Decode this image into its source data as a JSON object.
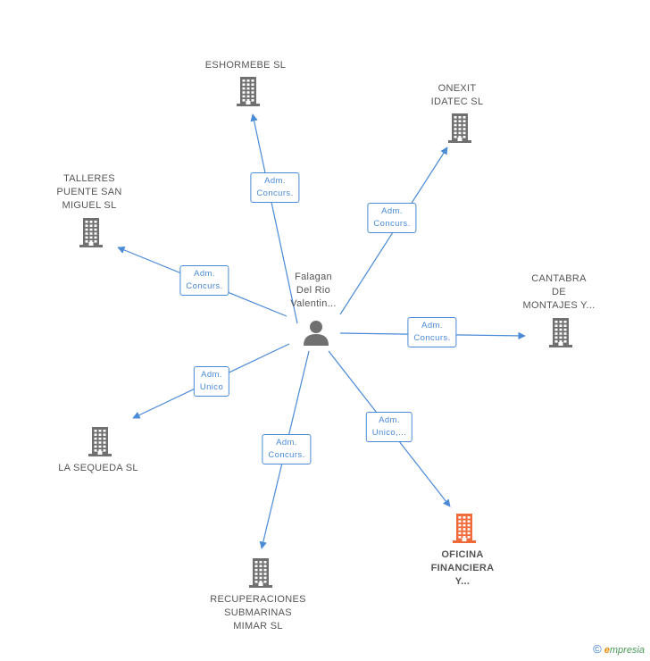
{
  "center": {
    "label_lines": [
      "Falagan",
      "Del Rio",
      "Valentin..."
    ],
    "icon": "person-icon"
  },
  "nodes": [
    {
      "id": "eshormebe",
      "label_lines": [
        "ESHORMEBE SL"
      ],
      "icon": "building-icon",
      "color": "#707070"
    },
    {
      "id": "onexit",
      "label_lines": [
        "ONEXIT",
        "IDATEC SL"
      ],
      "icon": "building-icon",
      "color": "#707070"
    },
    {
      "id": "talleres",
      "label_lines": [
        "TALLERES",
        "PUENTE SAN",
        "MIGUEL SL"
      ],
      "icon": "building-icon",
      "color": "#707070"
    },
    {
      "id": "cantabra",
      "label_lines": [
        "CANTABRA",
        "DE",
        "MONTAJES Y..."
      ],
      "icon": "building-icon",
      "color": "#707070"
    },
    {
      "id": "sequeda",
      "label_lines": [
        "LA SEQUEDA SL"
      ],
      "icon": "building-icon",
      "color": "#707070"
    },
    {
      "id": "recuperaciones",
      "label_lines": [
        "RECUPERACIONES",
        "SUBMARINAS",
        "MIMAR SL"
      ],
      "icon": "building-icon",
      "color": "#707070"
    },
    {
      "id": "oficina",
      "label_lines": [
        "OFICINA",
        "FINANCIERA",
        "Y..."
      ],
      "icon": "building-icon",
      "color": "#f06a3a",
      "highlight": true
    }
  ],
  "edges": [
    {
      "target": "eshormebe",
      "label_lines": [
        "Adm.",
        "Concurs."
      ]
    },
    {
      "target": "onexit",
      "label_lines": [
        "Adm.",
        "Concurs."
      ]
    },
    {
      "target": "talleres",
      "label_lines": [
        "Adm.",
        "Concurs."
      ]
    },
    {
      "target": "cantabra",
      "label_lines": [
        "Adm.",
        "Concurs."
      ]
    },
    {
      "target": "sequeda",
      "label_lines": [
        "Adm.",
        "Unico"
      ]
    },
    {
      "target": "recuperaciones",
      "label_lines": [
        "Adm.",
        "Concurs."
      ]
    },
    {
      "target": "oficina",
      "label_lines": [
        "Adm.",
        "Unico,..."
      ]
    }
  ],
  "colors": {
    "edge": "#4a8ad6",
    "person": "#707070"
  },
  "brand": {
    "copyright": "©",
    "e": "e",
    "rest": "mpresia"
  }
}
